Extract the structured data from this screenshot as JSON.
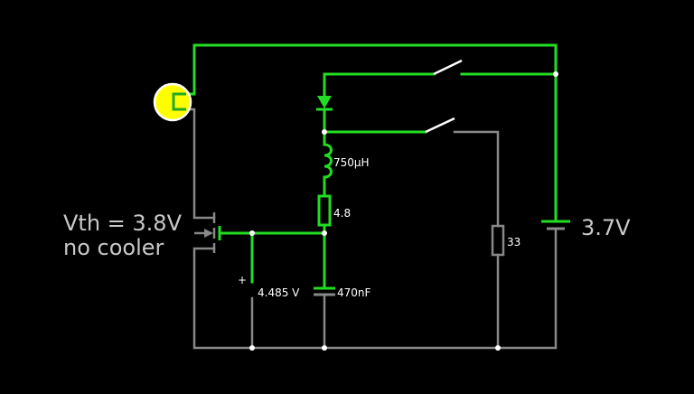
{
  "colors": {
    "background": "#000000",
    "live_wire": "#22dd22",
    "dead_wire": "#888888",
    "label": "#ffffff",
    "annotation": "#c8c8c8",
    "lamp": "#ffff00",
    "switch": "#ffffff"
  },
  "annotation": {
    "line1": "Vth = 3.8V",
    "line2": "no cooler"
  },
  "components": {
    "inductor": {
      "value": "750µH"
    },
    "resistor_series": {
      "value": "4.8"
    },
    "resistor_right": {
      "value": "33"
    },
    "capacitor": {
      "value": "470nF"
    },
    "voltmeter": {
      "reading": "4.485 V",
      "polarity": "+"
    },
    "battery": {
      "value": "3.7V"
    },
    "lamp": {
      "state": "lit"
    },
    "transistor": {
      "type": "mosfet"
    },
    "diode": {
      "state": "conducting"
    },
    "switch_top": {
      "state": "open"
    },
    "switch_bottom": {
      "state": "open"
    }
  }
}
